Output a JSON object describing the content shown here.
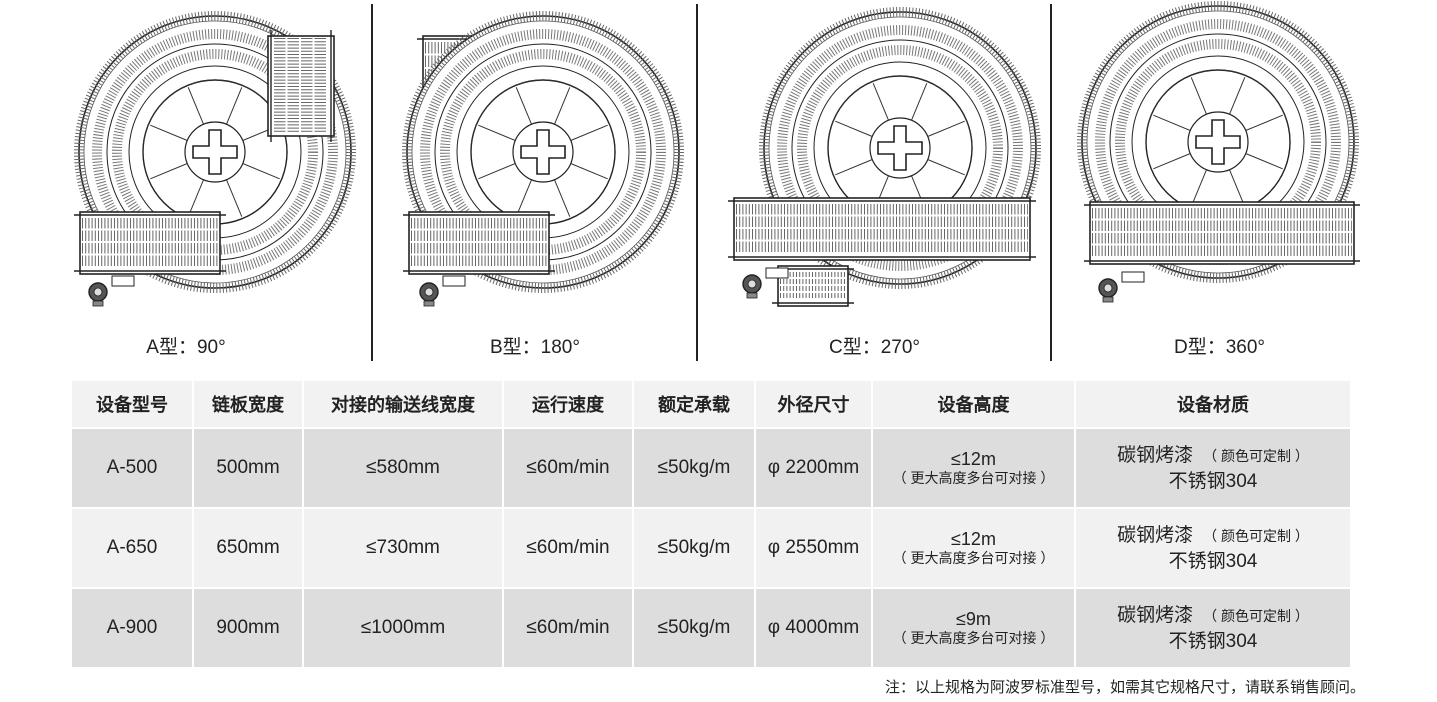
{
  "diagrams": [
    {
      "caption": "A型：90°",
      "type": "A",
      "angle": 90
    },
    {
      "caption": "B型：180°",
      "type": "B",
      "angle": 180
    },
    {
      "caption": "C型：270°",
      "type": "C",
      "angle": 270
    },
    {
      "caption": "D型：360°",
      "type": "D",
      "angle": 360
    }
  ],
  "table": {
    "headers": [
      "设备型号",
      "链板宽度",
      "对接的输送线宽度",
      "运行速度",
      "额定承载",
      "外径尺寸",
      "设备高度",
      "设备材质"
    ],
    "rows": [
      {
        "model": "A-500",
        "chain_width": "500mm",
        "line_width": "≤580mm",
        "speed": "≤60m/min",
        "load": "≤50kg/m",
        "diameter": "φ 2200mm",
        "height": "≤12m",
        "height_note": "（ 更大高度多台可对接 ）",
        "material_1": "碳钢烤漆",
        "material_note": "（ 颜色可定制 ）",
        "material_2": "不锈钢304"
      },
      {
        "model": "A-650",
        "chain_width": "650mm",
        "line_width": "≤730mm",
        "speed": "≤60m/min",
        "load": "≤50kg/m",
        "diameter": "φ 2550mm",
        "height": "≤12m",
        "height_note": "（ 更大高度多台可对接 ）",
        "material_1": "碳钢烤漆",
        "material_note": "（ 颜色可定制 ）",
        "material_2": "不锈钢304"
      },
      {
        "model": "A-900",
        "chain_width": "900mm",
        "line_width": "≤1000mm",
        "speed": "≤60m/min",
        "load": "≤50kg/m",
        "diameter": "φ 4000mm",
        "height": "≤9m",
        "height_note": "（ 更大高度多台可对接 ）",
        "material_1": "碳钢烤漆",
        "material_note": "（ 颜色可定制 ）",
        "material_2": "不锈钢304"
      }
    ]
  },
  "footnote": "注：以上规格为阿波罗标准型号，如需其它规格尺寸，请联系销售顾问。"
}
